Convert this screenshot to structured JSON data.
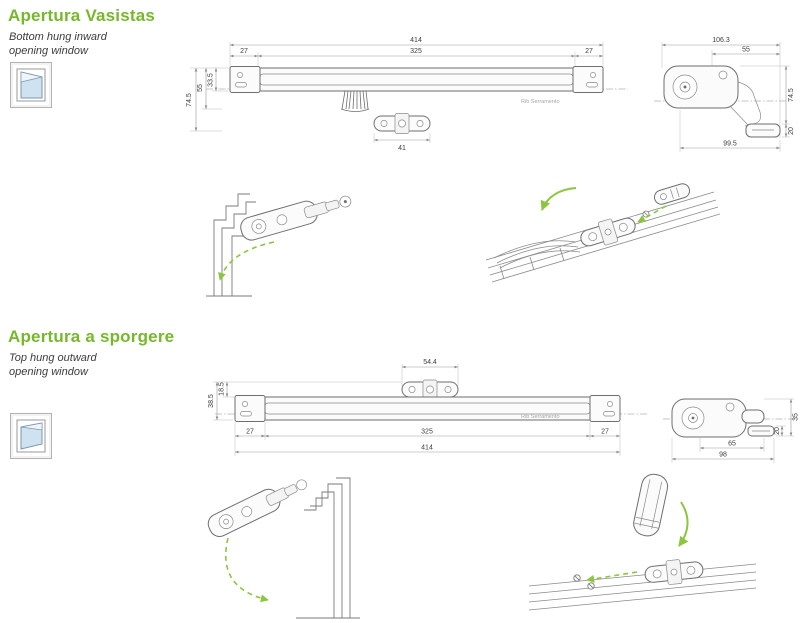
{
  "colors": {
    "heading_green": "#76b82a",
    "arrow_green": "#8cc63f"
  },
  "vasistas": {
    "title": "Apertura Vasistas",
    "subtitle1": "Bottom hung inward",
    "subtitle2": "opening window",
    "top_view": {
      "dim_total": "414",
      "dim_inner": "325",
      "dim_left_offset": "27",
      "dim_right_offset": "27",
      "dim_height_total": "74.5",
      "dim_height_mid": "55",
      "dim_height_small": "33.5",
      "dim_bracket": "41",
      "brand": "Rib Serramento"
    },
    "side_view": {
      "dim_width_top": "106.3",
      "dim_top_right": "55",
      "dim_height": "74.5",
      "dim_foot": "20",
      "dim_width_bottom": "99.5"
    }
  },
  "sporgere": {
    "title": "Apertura a sporgere",
    "subtitle1": "Top hung outward",
    "subtitle2": "opening window",
    "top_view": {
      "dim_bracket": "54.4",
      "dim_height_total": "38.5",
      "dim_height_small": "18.5",
      "dim_left_offset": "27",
      "dim_inner": "325",
      "dim_right_offset": "27",
      "dim_total": "414",
      "brand": "Rib Serramento"
    },
    "side_view": {
      "dim_top_right": "20",
      "dim_right": "35",
      "dim_width_inner": "65",
      "dim_width_bottom": "98"
    }
  }
}
